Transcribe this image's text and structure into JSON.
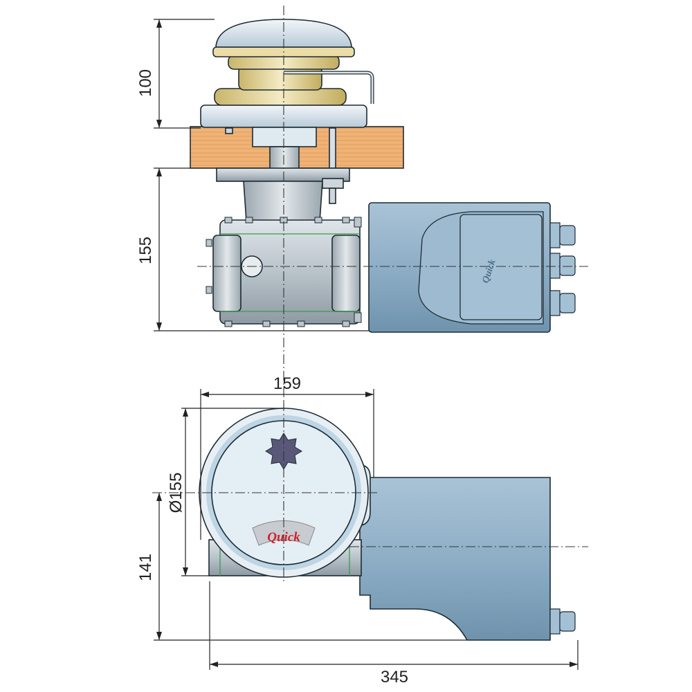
{
  "drawing": {
    "side_view": {
      "dimensions": {
        "cap_height": "100",
        "under_deck_height": "155"
      },
      "motor_logo": "Quick"
    },
    "top_view": {
      "dimensions": {
        "width": "159",
        "diameter": "Ø155",
        "offset": "141",
        "overall_length": "345"
      },
      "cap_logo": "Quick"
    },
    "colors": {
      "motor": "#8eaec6",
      "deck": "#f0b275",
      "gypsy": "#e8d9a0",
      "body": "#c9d2d8"
    }
  }
}
